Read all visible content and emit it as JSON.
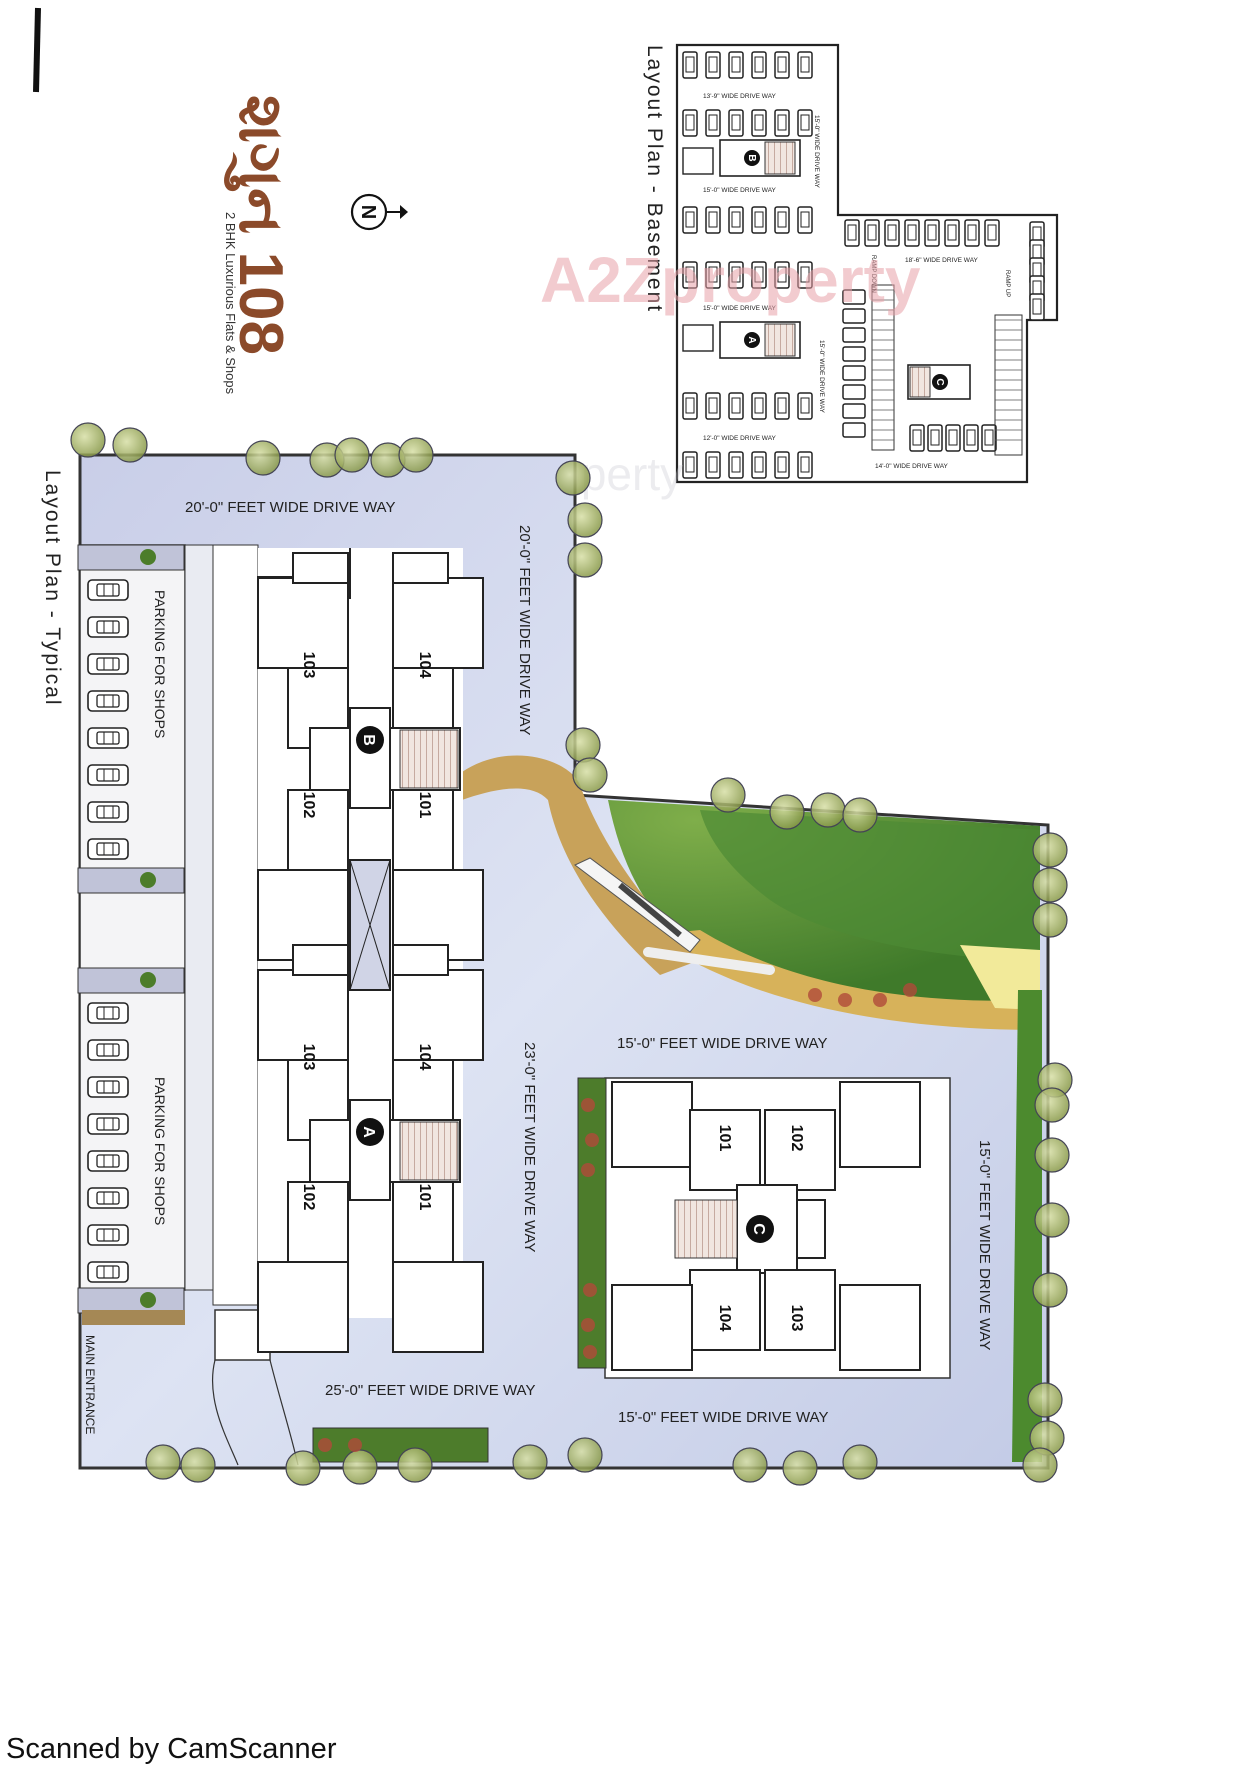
{
  "brand": {
    "logo_text": "શગુન 108",
    "tagline": "2 BHK Luxurious Flats & Shops",
    "north": "N"
  },
  "watermark": "A2Zproperty",
  "basement": {
    "title": "Layout Plan - Basement",
    "drive_labels": [
      "13'-9\" WIDE DRIVE WAY",
      "15'-0\" WIDE DRIVE WAY",
      "15'-0\" WIDE DRIVE WAY",
      "12'-0\" WIDE DRIVE WAY",
      "15'-0\" WIDE DRIVE WAY",
      "15'-0\" WIDE DRIVE WAY",
      "18'-6\" WIDE DRIVE WAY",
      "14'-0\" WIDE DRIVE WAY"
    ],
    "ramp_down": "RAMP DOWN",
    "ramp_up": "RAMP UP",
    "blocks": [
      "B",
      "A",
      "C"
    ]
  },
  "typical": {
    "title": "Layout Plan - Typical",
    "drive_labels": {
      "top": "20'-0\" FEET WIDE DRIVE WAY",
      "right_top": "20'-0\" FEET WIDE DRIVE WAY",
      "middle": "23'-0\" FEET WIDE DRIVE WAY",
      "bottom_left": "25'-0\" FEET WIDE DRIVE WAY",
      "c_top": "15'-0\" FEET WIDE DRIVE WAY",
      "c_right": "15'-0\" FEET WIDE DRIVE WAY",
      "c_bottom": "15'-0\" FEET WIDE DRIVE WAY"
    },
    "parking": [
      "PARKING FOR SHOPS",
      "PARKING FOR SHOPS"
    ],
    "main_entrance": "MAIN ENTRANCE",
    "blocks": {
      "A": {
        "label": "A",
        "units": [
          "103",
          "104",
          "102",
          "101"
        ]
      },
      "B": {
        "label": "B",
        "units": [
          "103",
          "104",
          "102",
          "101"
        ]
      },
      "C": {
        "label": "C",
        "units": [
          "101",
          "102",
          "104",
          "103"
        ]
      }
    }
  },
  "footer": "Scanned by CamScanner"
}
